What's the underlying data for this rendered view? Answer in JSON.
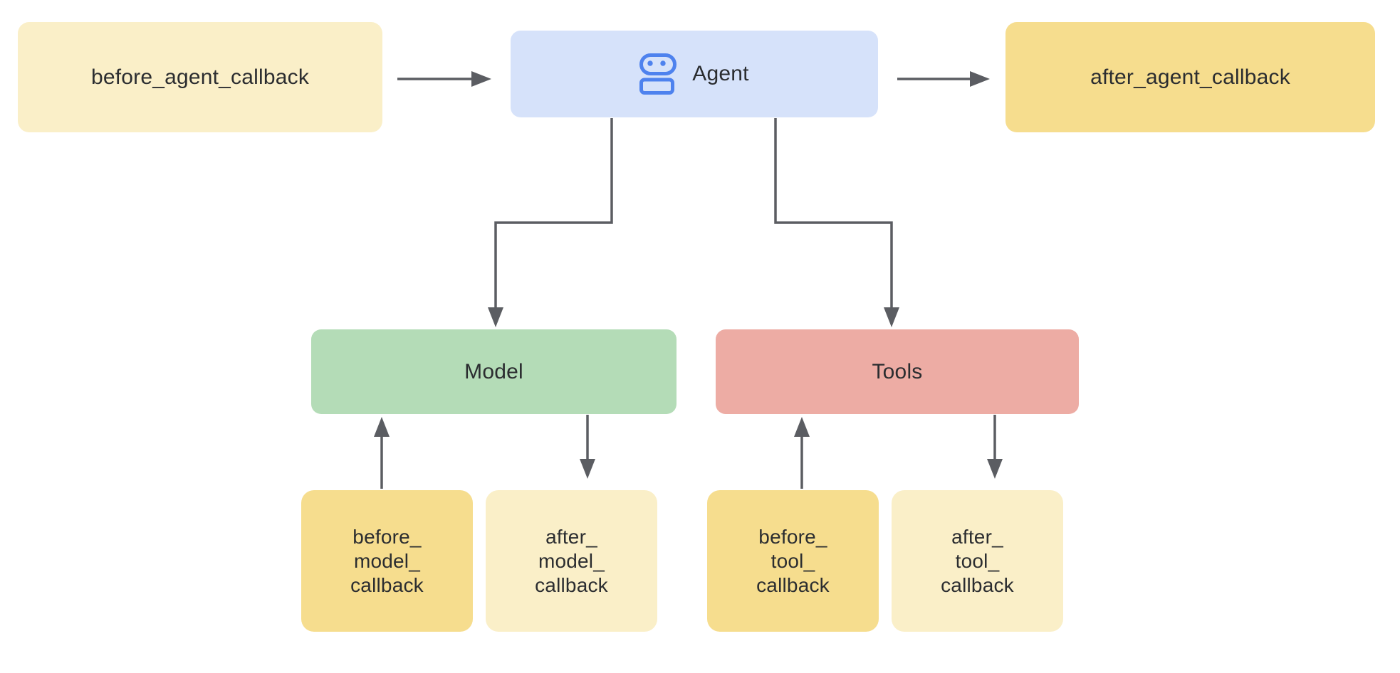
{
  "diagram": {
    "type": "flowchart",
    "background": "#ffffff",
    "colors": {
      "arrow": "#5b5d62",
      "text": "#2b2d30",
      "agent_icon_blue": "#4e82ee",
      "light_cream": "#faefc8",
      "dark_yellow": "#f6dd8e",
      "agent_blue": "#d6e2fa",
      "model_green": "#b4dcb7",
      "tools_red": "#edaca4"
    },
    "nodes": {
      "before_agent_callback": {
        "label": "before_agent_callback",
        "fill": "#faefc8"
      },
      "agent": {
        "label": "Agent",
        "fill": "#d6e2fa",
        "icon": "robot-icon"
      },
      "after_agent_callback": {
        "label": "after_agent_callback",
        "fill": "#f6dd8e"
      },
      "model": {
        "label": "Model",
        "fill": "#b4dcb7"
      },
      "tools": {
        "label": "Tools",
        "fill": "#edaca4"
      },
      "before_model_callback": {
        "label": "before_\nmodel_\ncallback",
        "fill": "#f6dd8e"
      },
      "after_model_callback": {
        "label": "after_\nmodel_\ncallback",
        "fill": "#faefc8"
      },
      "before_tool_callback": {
        "label": "before_\ntool_\ncallback",
        "fill": "#f6dd8e"
      },
      "after_tool_callback": {
        "label": "after_\ntool_\ncallback",
        "fill": "#faefc8"
      }
    },
    "edges": [
      {
        "from": "before_agent_callback",
        "to": "agent"
      },
      {
        "from": "agent",
        "to": "after_agent_callback"
      },
      {
        "from": "agent",
        "to": "model"
      },
      {
        "from": "agent",
        "to": "tools"
      },
      {
        "from": "before_model_callback",
        "to": "model"
      },
      {
        "from": "model",
        "to": "after_model_callback"
      },
      {
        "from": "before_tool_callback",
        "to": "tools"
      },
      {
        "from": "tools",
        "to": "after_tool_callback"
      }
    ]
  }
}
